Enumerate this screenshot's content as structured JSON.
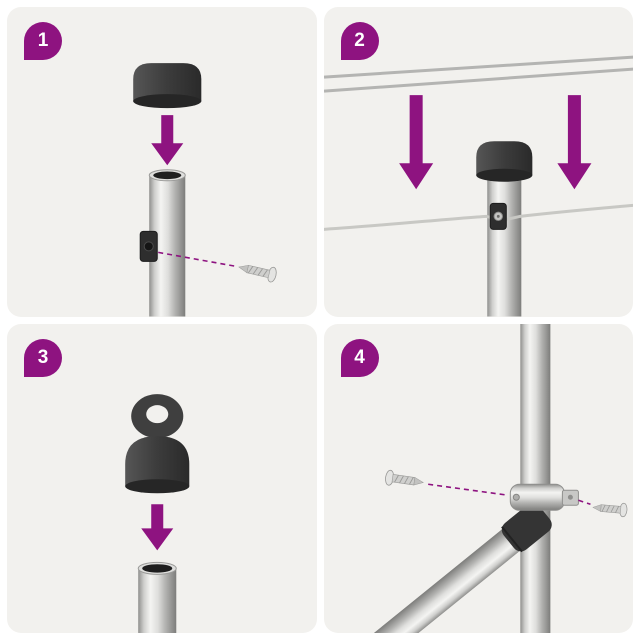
{
  "colors": {
    "accent": "#8e1380",
    "page_bg": "#ffffff",
    "panel_bg": "#f2f1ee",
    "cap_dark": "#3a3a3a",
    "metal_light": "#f4f4f2",
    "metal_dark": "#7d7d7b",
    "wire": "#c8c8c4"
  },
  "steps": [
    {
      "number": "1",
      "illustration": "push-end-cap-onto-pole-attach-line-clip-with-screw"
    },
    {
      "number": "2",
      "illustration": "lines-run-through-clip-on-capped-pole"
    },
    {
      "number": "3",
      "illustration": "push-eyelet-cap-onto-pole"
    },
    {
      "number": "4",
      "illustration": "bolt-clamp-joins-diagonal-pole-to-upright-pole"
    }
  ]
}
